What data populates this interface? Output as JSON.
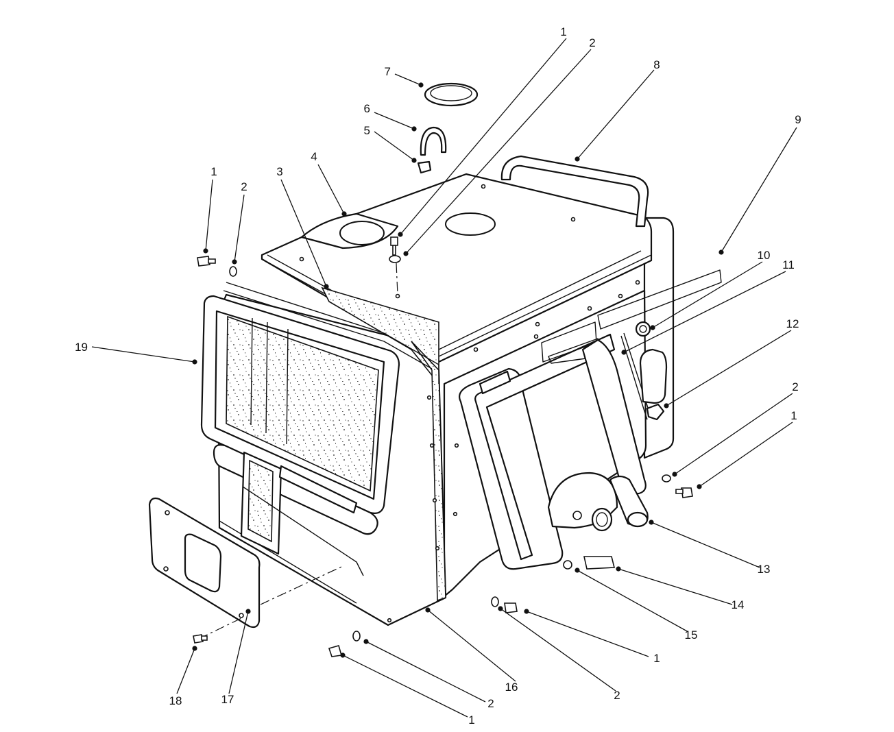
{
  "callouts": [
    {
      "id": "c-1-top",
      "label": "1"
    },
    {
      "id": "c-2-top",
      "label": "2"
    },
    {
      "id": "c-7",
      "label": "7"
    },
    {
      "id": "c-6",
      "label": "6"
    },
    {
      "id": "c-5",
      "label": "5"
    },
    {
      "id": "c-8",
      "label": "8"
    },
    {
      "id": "c-9",
      "label": "9"
    },
    {
      "id": "c-4",
      "label": "4"
    },
    {
      "id": "c-3",
      "label": "3"
    },
    {
      "id": "c-1-left",
      "label": "1"
    },
    {
      "id": "c-2-left",
      "label": "2"
    },
    {
      "id": "c-10",
      "label": "10"
    },
    {
      "id": "c-11",
      "label": "11"
    },
    {
      "id": "c-12",
      "label": "12"
    },
    {
      "id": "c-19",
      "label": "19"
    },
    {
      "id": "c-2-right",
      "label": "2"
    },
    {
      "id": "c-1-right",
      "label": "1"
    },
    {
      "id": "c-13",
      "label": "13"
    },
    {
      "id": "c-14",
      "label": "14"
    },
    {
      "id": "c-15",
      "label": "15"
    },
    {
      "id": "c-1-lowright",
      "label": "1"
    },
    {
      "id": "c-2-lowright",
      "label": "2"
    },
    {
      "id": "c-16",
      "label": "16"
    },
    {
      "id": "c-2-bottom",
      "label": "2"
    },
    {
      "id": "c-1-bottom",
      "label": "1"
    },
    {
      "id": "c-17",
      "label": "17"
    },
    {
      "id": "c-18",
      "label": "18"
    }
  ]
}
